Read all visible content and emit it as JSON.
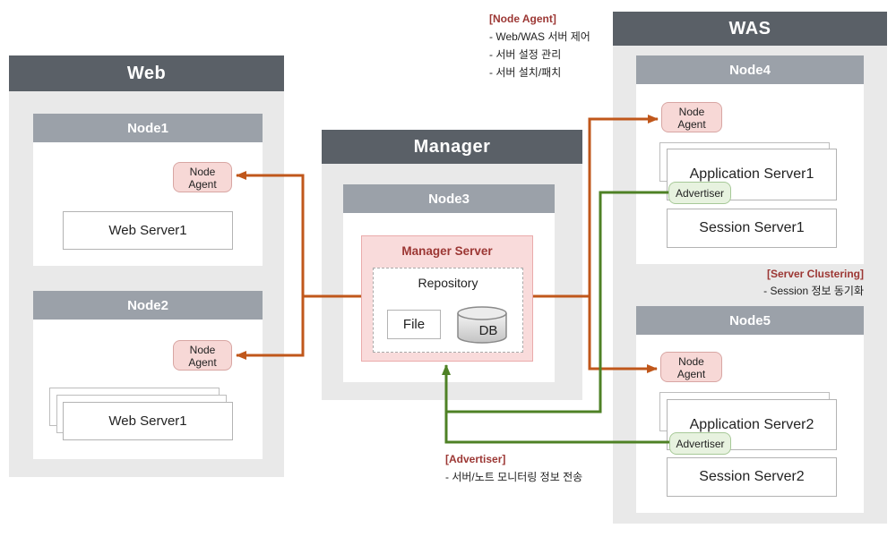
{
  "colors": {
    "section_header_bg": "#5a6067",
    "node_header_bg": "#9ba1a9",
    "container_bg": "#e9e9e9",
    "server_box_border": "#b3b3b3",
    "agent_fill": "#f7d8d6",
    "agent_border": "#d8a6a3",
    "advertiser_fill": "#e7f2df",
    "advertiser_border": "#a7c998",
    "manager_server_fill": "#f9dbdb",
    "manager_server_border": "#eaabab",
    "annotation_red": "#9c3734",
    "arrow_orange": "#c0571b",
    "arrow_green": "#4e8125"
  },
  "web": {
    "title": "Web",
    "node1": {
      "title": "Node1",
      "agent_line1": "Node",
      "agent_line2": "Agent",
      "server": "Web Server1"
    },
    "node2": {
      "title": "Node2",
      "agent_line1": "Node",
      "agent_line2": "Agent",
      "server": "Web Server1"
    }
  },
  "manager": {
    "title": "Manager",
    "node3": {
      "title": "Node3",
      "server_title": "Manager Server",
      "repository": {
        "title": "Repository",
        "file": "File",
        "db": "DB"
      }
    }
  },
  "was": {
    "title": "WAS",
    "node4": {
      "title": "Node4",
      "agent_line1": "Node",
      "agent_line2": "Agent",
      "app_server": "Application Server1",
      "advertiser": "Advertiser",
      "session_server": "Session Server1"
    },
    "clustering_note": {
      "title": "[Server Clustering]",
      "line": "- Session 정보 동기화"
    },
    "node5": {
      "title": "Node5",
      "agent_line1": "Node",
      "agent_line2": "Agent",
      "app_server": "Application Server2",
      "advertiser": "Advertiser",
      "session_server": "Session Server2"
    }
  },
  "annotations": {
    "node_agent": {
      "title": "[Node Agent]",
      "lines": [
        "- Web/WAS 서버 제어",
        "- 서버 설정 관리",
        "- 서버 설치/패치"
      ]
    },
    "advertiser": {
      "title": "[Advertiser]",
      "lines": [
        "- 서버/노트 모니터링 정보 전송"
      ]
    }
  }
}
